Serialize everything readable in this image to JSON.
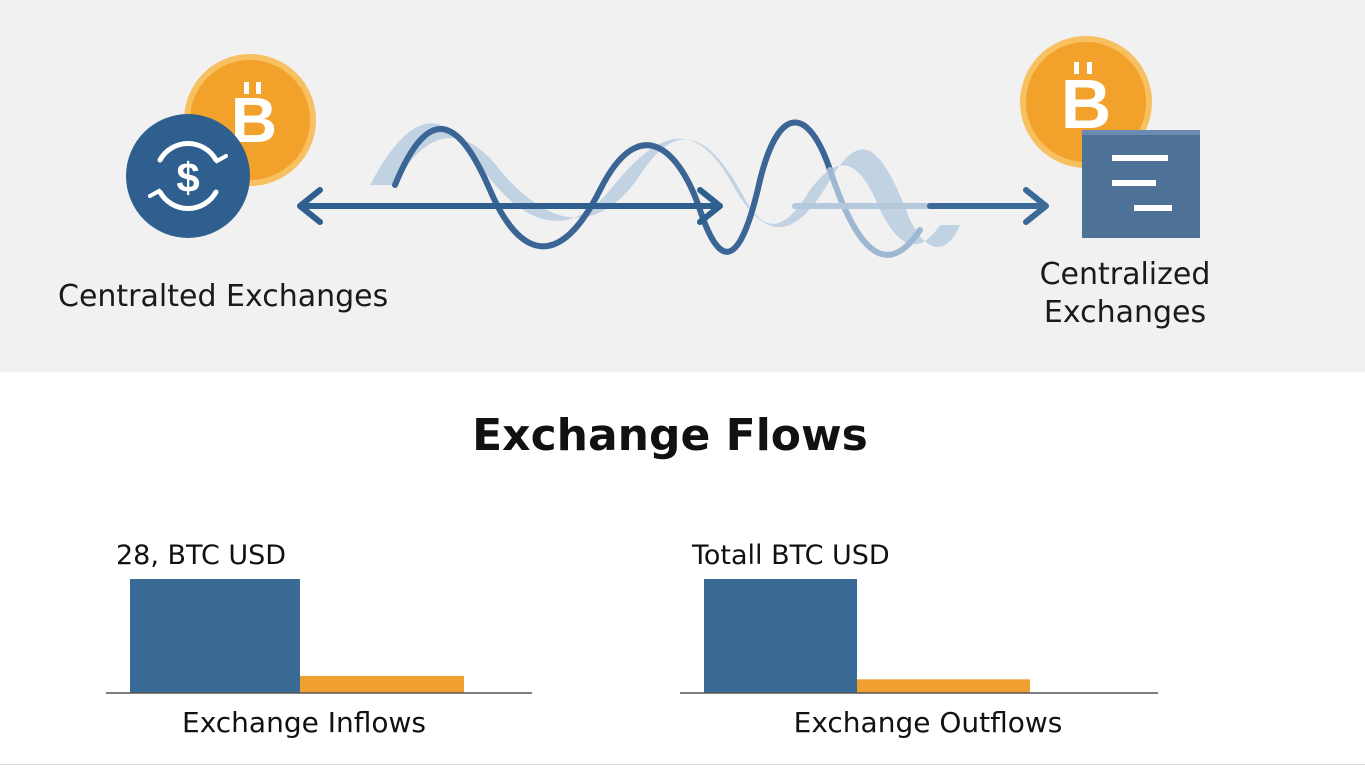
{
  "diagram": {
    "left_label": "Centralted Exchanges",
    "right_label": "Centralized Exchanges",
    "colors": {
      "bitcoin": "#f2a12a",
      "blue_dark": "#2f5f8f",
      "blue_light": "#a9c2db",
      "background": "#f1f1f1"
    },
    "icons": [
      "bitcoin-icon",
      "dollar-cycle-icon",
      "document-icon",
      "double-arrow-icon",
      "wave-icon"
    ]
  },
  "title": "Exchange Flows",
  "chart_data": [
    {
      "type": "bar",
      "title": "28, BTC USD",
      "xlabel": "Exchange Inflows",
      "categories": [
        "",
        ""
      ],
      "values": [
        100,
        15
      ],
      "colors": [
        "#3a6a96",
        "#f0a030"
      ]
    },
    {
      "type": "bar",
      "title": "Totall BTC USD",
      "xlabel": "Exchange Outflows",
      "categories": [
        "",
        ""
      ],
      "values": [
        100,
        12
      ],
      "colors": [
        "#3a6a96",
        "#f0a030"
      ]
    }
  ]
}
